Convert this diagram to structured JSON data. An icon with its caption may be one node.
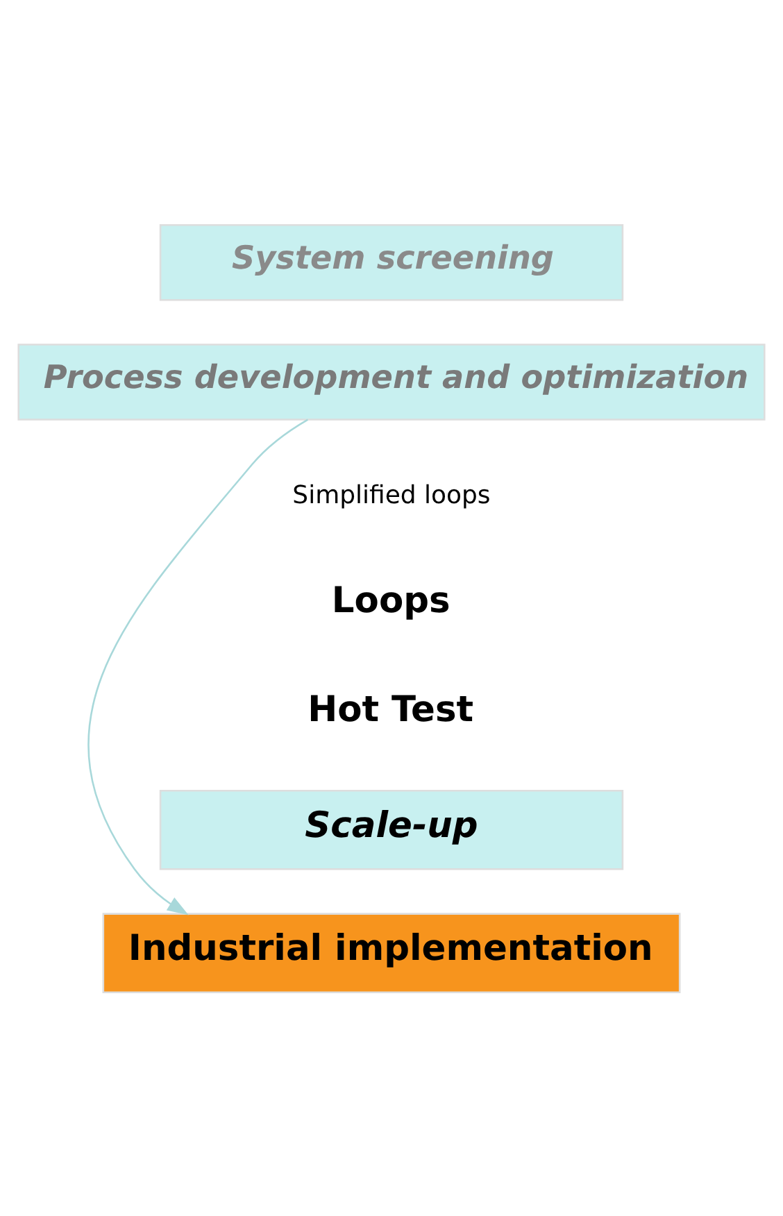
{
  "diagram": {
    "nodes": [
      {
        "text": [
          "System screening"
        ]
      },
      {
        "text": [
          "Process development and optimization"
        ]
      },
      {
        "text": [
          "Scale-up"
        ]
      },
      {
        "text": [
          "Industrial implementation"
        ]
      }
    ],
    "edges": [
      {
        "from": 1,
        "to": 3,
        "arrow": "to"
      }
    ],
    "labels": [
      "Simplified loops",
      "Loops",
      "Hot Test"
    ]
  }
}
